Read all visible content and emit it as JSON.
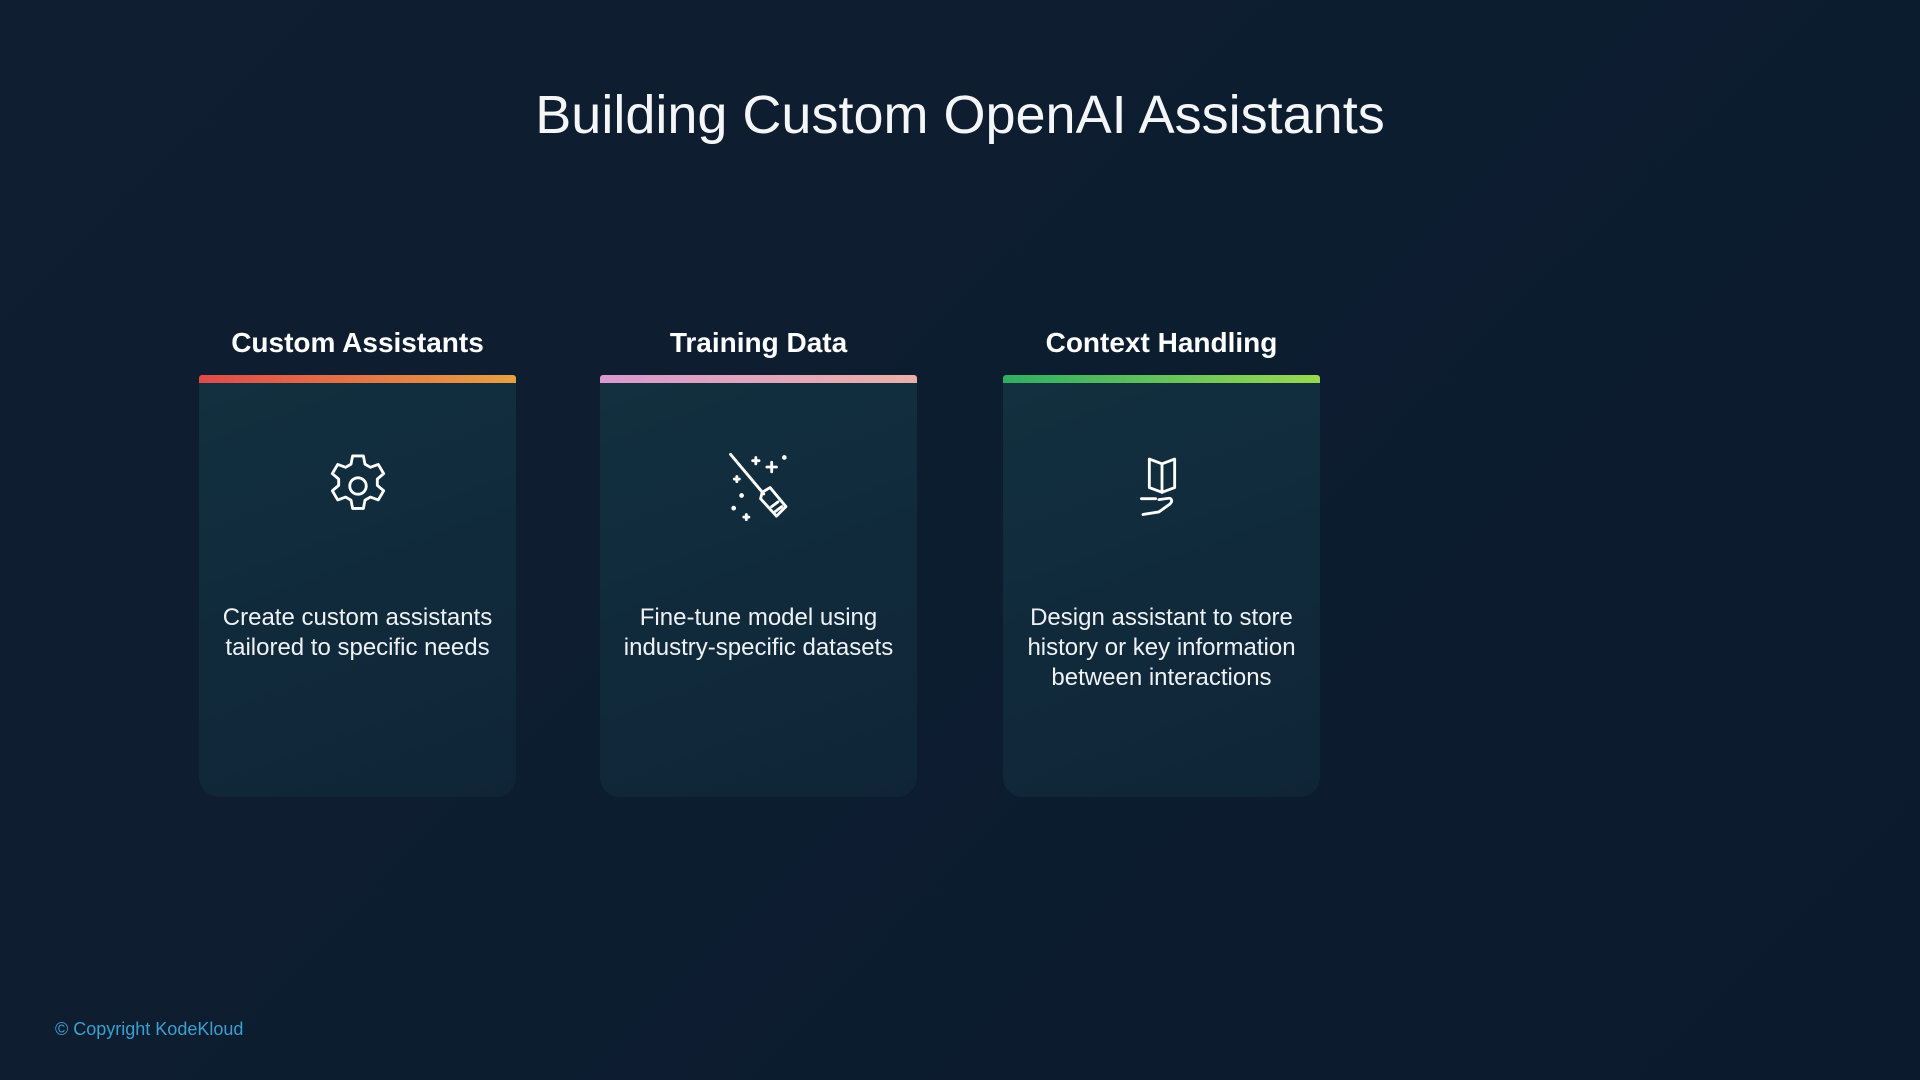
{
  "title": "Building Custom OpenAI Assistants",
  "cards": [
    {
      "heading": "Custom Assistants",
      "description": "Create custom assistants tailored to specific needs",
      "icon": "gear-icon",
      "bar_colors": [
        "#e04a4a",
        "#e8a040"
      ]
    },
    {
      "heading": "Training Data",
      "description": "Fine-tune model using industry-specific datasets",
      "icon": "broom-sparkle-icon",
      "bar_colors": [
        "#d89ad0",
        "#eab0a8"
      ]
    },
    {
      "heading": "Context Handling",
      "description": "Design assistant to store history or key information between interactions",
      "icon": "book-hand-icon",
      "bar_colors": [
        "#2fae62",
        "#9ad850"
      ]
    }
  ],
  "copyright": "© Copyright KodeKloud"
}
